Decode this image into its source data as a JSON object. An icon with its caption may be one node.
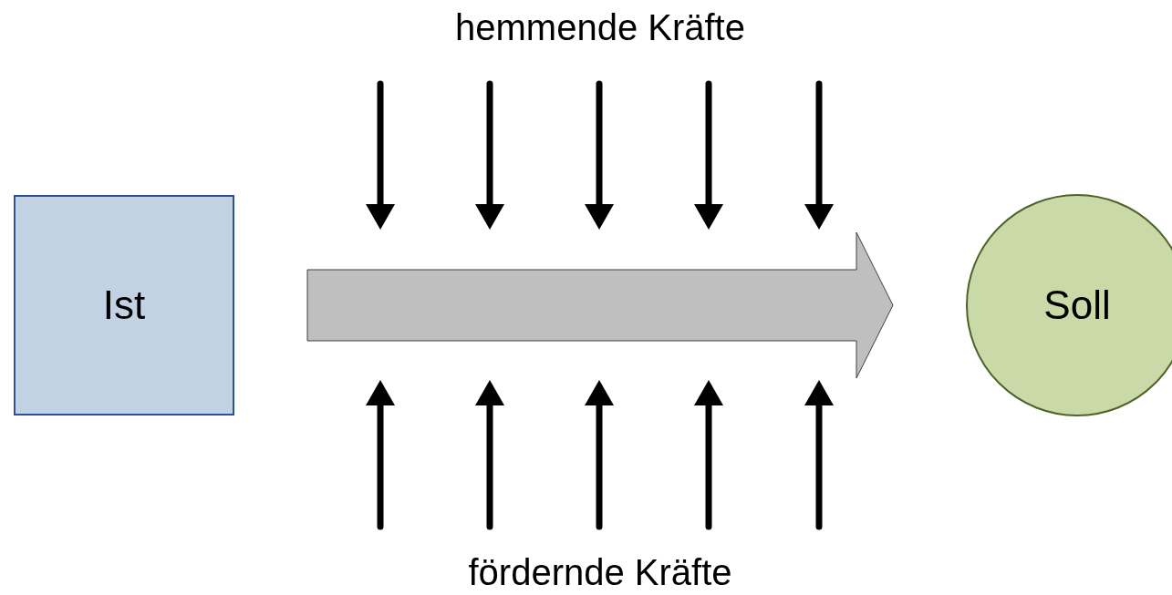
{
  "diagram": {
    "nodes": [
      {
        "text": [
          "Ist"
        ]
      },
      {
        "text": [
          "Soll"
        ]
      }
    ],
    "edges": [
      {
        "from": 0,
        "to": 1,
        "arrow": "to",
        "style": "thick"
      }
    ],
    "labels": [
      "hemmende Kräfte",
      "fördernde Kräfte"
    ]
  }
}
